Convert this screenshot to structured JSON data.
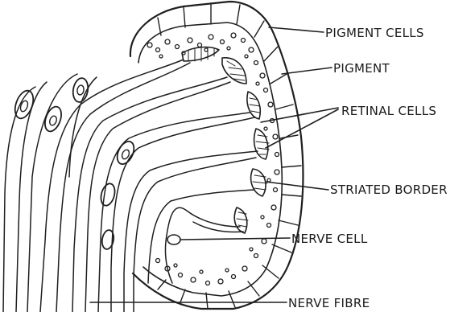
{
  "labels": {
    "pigment_cells": "PIGMENT CELLS",
    "pigment": "PIGMENT",
    "retinal_cells": "RETINAL CELLS",
    "striated_border": "STRIATED BORDER",
    "nerve_cell": "NERVE CELL",
    "nerve_fibre": "NERVE FIBRE"
  }
}
